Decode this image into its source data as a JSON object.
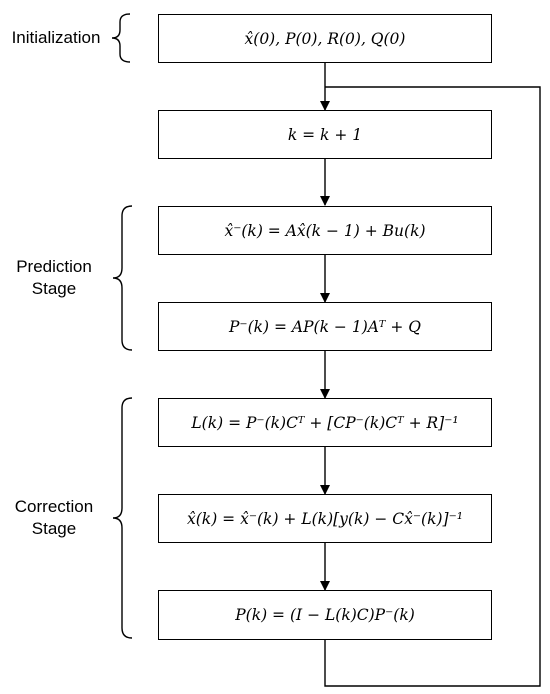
{
  "stages": {
    "initialization": [
      "Initialization"
    ],
    "prediction": [
      "Prediction",
      "Stage"
    ],
    "correction": [
      "Correction",
      "Stage"
    ]
  },
  "boxes": {
    "init": "x̂(0), P(0), R(0), Q(0)",
    "increment": "k = k + 1",
    "state_predict": "x̂⁻(k) = Ax̂(k − 1) + Bu(k)",
    "cov_predict": "P⁻(k) = AP(k − 1)Aᵀ + Q",
    "gain": "L(k) = P⁻(k)Cᵀ + [CP⁻(k)Cᵀ + R]⁻¹",
    "state_update": "x̂(k) = x̂⁻(k) + L(k)[y(k) − Cx̂⁻(k)]⁻¹",
    "cov_update": "P(k) = (I − L(k)C)P⁻(k)"
  },
  "colors": {
    "stroke": "#000000",
    "background": "#ffffff"
  }
}
